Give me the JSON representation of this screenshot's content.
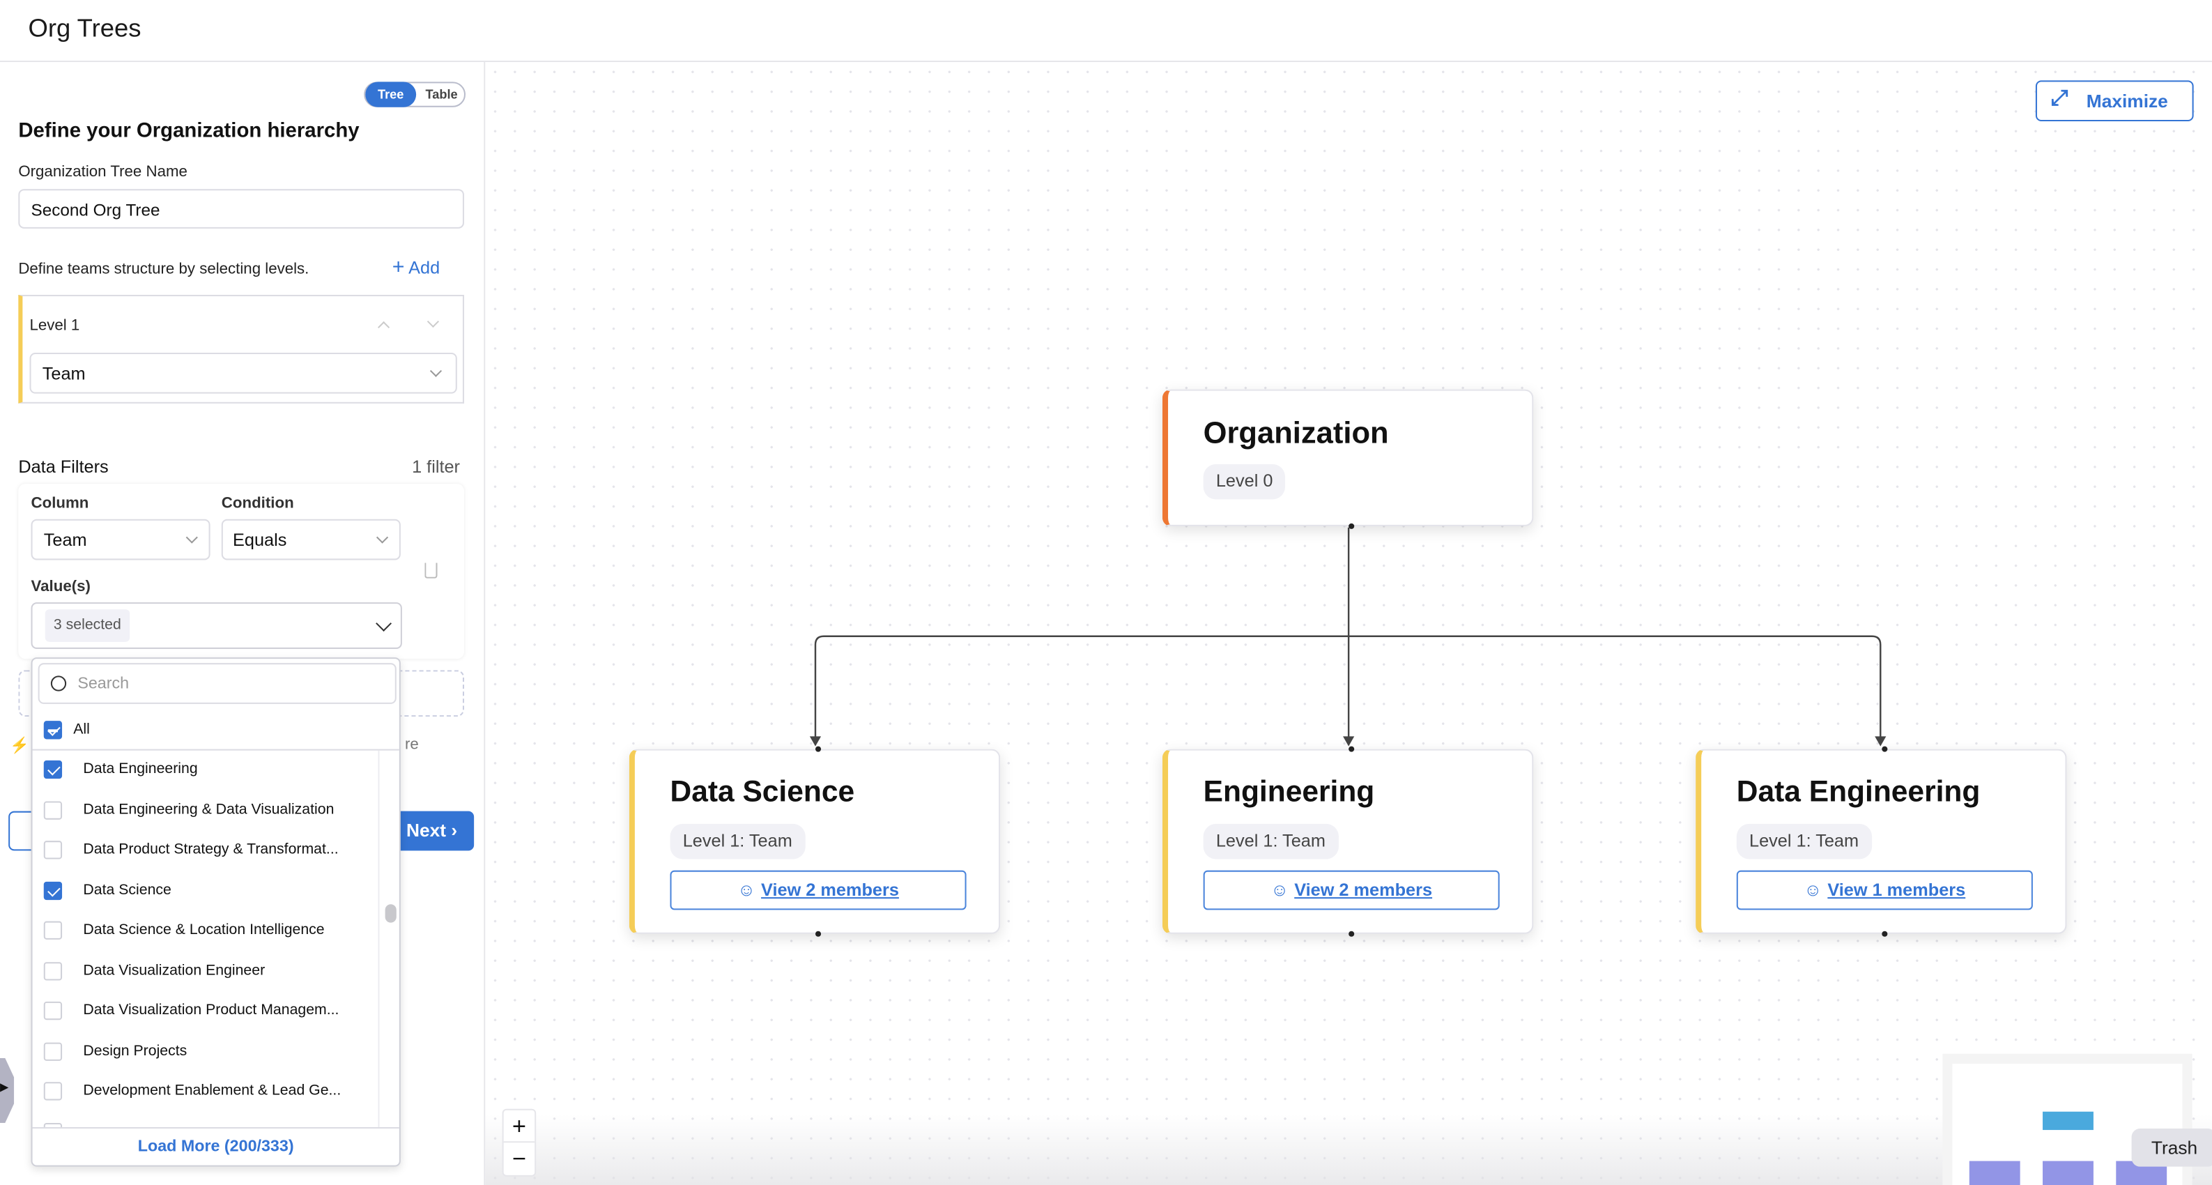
{
  "header": {
    "title": "Org Trees"
  },
  "left": {
    "view_toggle": {
      "tree": "Tree",
      "table": "Table",
      "active": "Tree"
    },
    "heading": "Define your Organization hierarchy",
    "tree_name_label": "Organization Tree Name",
    "tree_name_value": "Second Org Tree",
    "levels_hint": "Define teams structure by selecting levels.",
    "add_label": "Add",
    "level": {
      "label": "Level 1",
      "value": "Team"
    },
    "filters": {
      "title": "Data Filters",
      "count": "1 filter",
      "column_label": "Column",
      "column_value": "Team",
      "condition_label": "Condition",
      "condition_value": "Equals",
      "values_label": "Value(s)",
      "values_value": "3 selected"
    },
    "partial_text": "re",
    "next_label": "Next",
    "dropdown": {
      "search_placeholder": "Search",
      "all_label": "All",
      "all_state": "indeterminate",
      "items": [
        {
          "label": "Data Engineering",
          "checked": true
        },
        {
          "label": "Data Engineering & Data Visualization",
          "checked": false
        },
        {
          "label": "Data Product Strategy & Transformat...",
          "checked": false
        },
        {
          "label": "Data Science",
          "checked": true
        },
        {
          "label": "Data Science & Location Intelligence",
          "checked": false
        },
        {
          "label": "Data Visualization Engineer",
          "checked": false
        },
        {
          "label": "Data Visualization Product Managem...",
          "checked": false
        },
        {
          "label": "Design Projects",
          "checked": false
        },
        {
          "label": "Development Enablement & Lead Ge...",
          "checked": false
        }
      ],
      "load_more": "Load More (200/333)"
    }
  },
  "canvas": {
    "maximize_label": "Maximize",
    "root": {
      "title": "Organization",
      "badge": "Level 0",
      "accent": "#ee7733"
    },
    "children": [
      {
        "title": "Data Science",
        "badge": "Level 1: Team",
        "members": "View 2 members"
      },
      {
        "title": "Engineering",
        "badge": "Level 1: Team",
        "members": "View 2 members"
      },
      {
        "title": "Data Engineering",
        "badge": "Level 1: Team",
        "members": "View 1 members"
      }
    ],
    "child_accent": "#f5cd57",
    "zoom_in": "+",
    "zoom_out": "−",
    "tooltip": "Trash"
  }
}
